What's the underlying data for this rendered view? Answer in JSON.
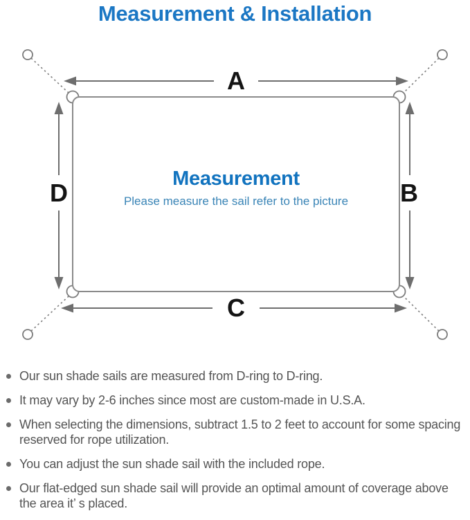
{
  "title": "Measurement & Installation",
  "diagram": {
    "center_heading": "Measurement",
    "center_subtitle": "Please measure the sail refer to the picture",
    "edge_labels": {
      "top": "A",
      "right": "B",
      "bottom": "C",
      "left": "D"
    },
    "icons": {
      "corner_hardware": "d-ring-icon",
      "wall_fixings": "anchor-point-icon",
      "connections": "rope-dashed-line"
    }
  },
  "notes": {
    "items": [
      {
        "text": "Our sun shade sails are measured from D-ring to D-ring."
      },
      {
        "text": "It may vary by 2-6 inches since most are custom-made in U.S.A."
      },
      {
        "text": "When selecting the dimensions, subtract 1.5 to 2 feet to account for some spacing\nreserved for rope utilization."
      },
      {
        "text": "You can adjust the sun shade sail with the included rope."
      },
      {
        "text": "Our flat-edged sun shade sail will provide an optimal amount of coverage above\nthe area it’ s placed."
      }
    ]
  },
  "colors": {
    "title_blue": "#1b77c4",
    "heading_blue": "#1173bf",
    "subtitle_blue": "#3984b6",
    "line_gray": "#7c7c7c",
    "sail_border_gray": "#8a8a8a",
    "note_text_gray": "#545454",
    "label_black": "#141414"
  }
}
